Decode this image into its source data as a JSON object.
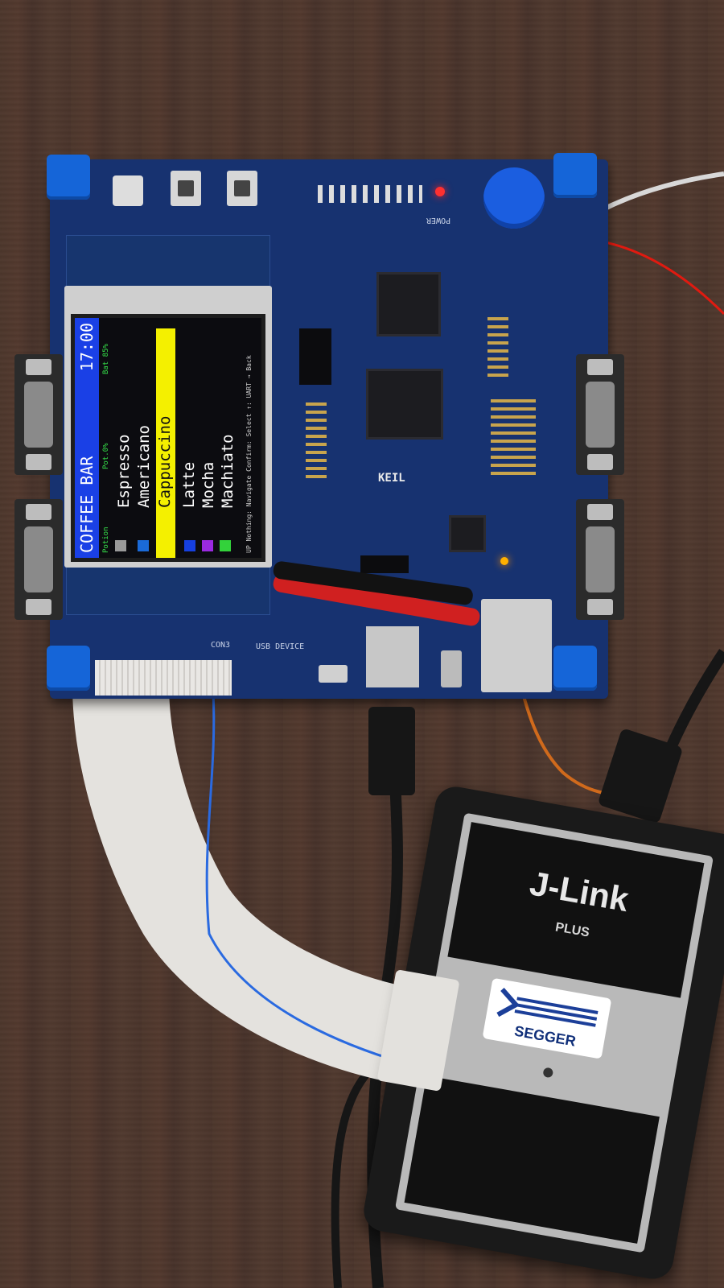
{
  "lcd": {
    "title": "COFFEE BAR",
    "time": "17:00",
    "left_sub": "Potion",
    "mid_sub": "Pot.0%",
    "right_sub": "Bat 85%",
    "menu_items": [
      "Espresso",
      "Americano",
      "Cappuccino",
      "Latte",
      "Mocha",
      "Machiato"
    ],
    "selected_index": 2,
    "status": "UP Nothing: Navigate   Confirm: Select   ↑: UART → Back"
  },
  "board": {
    "connector_label": "CON3",
    "device_label": "USB DEVICE",
    "brand": "KEIL",
    "led_label": "POWER"
  },
  "debugger": {
    "name": "J-Link",
    "model": "PLUS",
    "logo_text": "SEGGER"
  },
  "colors": {
    "board": "#173270",
    "lcd_title_bar": "#1a40e6",
    "selection": "#f4f000",
    "red_wire": "#e01a10",
    "orange_wire": "#d06a1c"
  }
}
